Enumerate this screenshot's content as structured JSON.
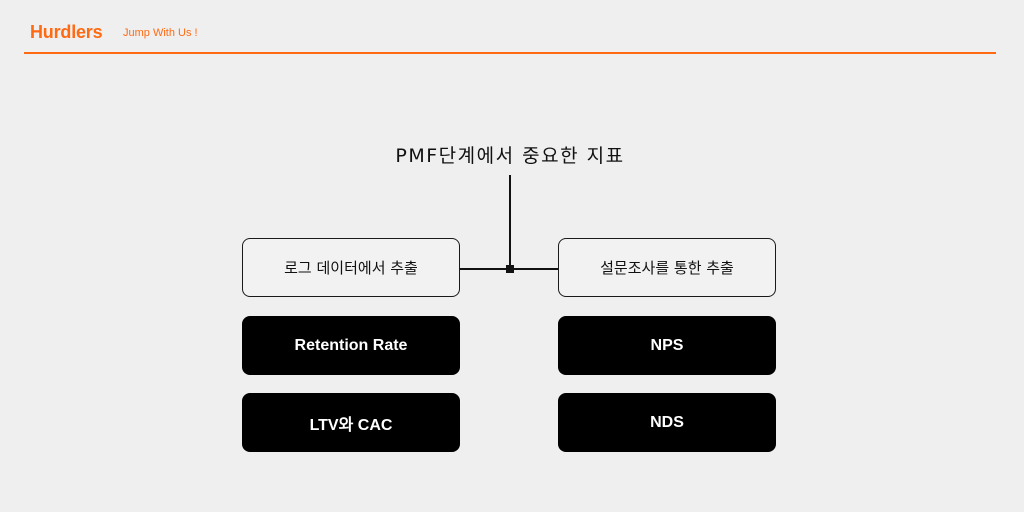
{
  "header": {
    "brand": "Hurdlers",
    "tagline": "Jump With Us !",
    "accent_color": "#ff6a13"
  },
  "diagram": {
    "title": "PMF단계에서 중요한 지표",
    "left_branch": {
      "source": "로그 데이터에서 추출",
      "metrics": [
        "Retention Rate",
        "LTV와 CAC"
      ]
    },
    "right_branch": {
      "source": "설문조사를 통한 추출",
      "metrics": [
        "NPS",
        "NDS"
      ]
    }
  }
}
